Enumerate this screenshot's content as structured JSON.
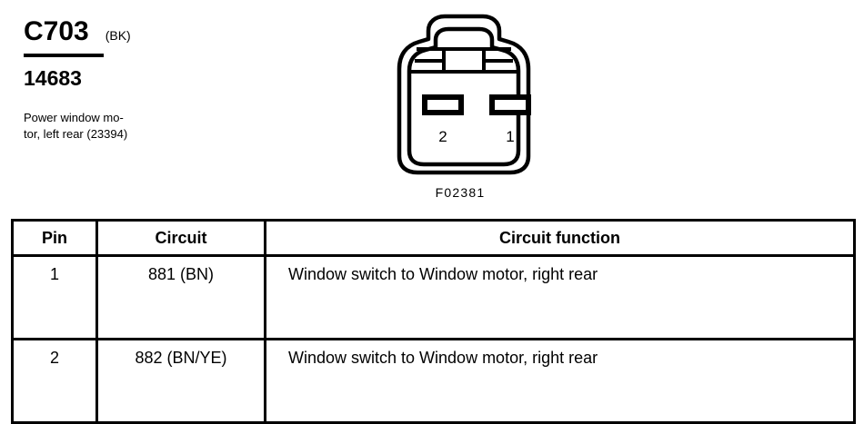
{
  "connector": {
    "id": "C703",
    "color_code": "(BK)",
    "part_number": "14683",
    "description_lines": [
      "Power window mo-",
      "tor, left rear (23394)"
    ],
    "figure_code": "F02381",
    "cavities": [
      {
        "label": "2"
      },
      {
        "label": "1"
      }
    ]
  },
  "table": {
    "headers": {
      "pin": "Pin",
      "circuit": "Circuit",
      "function": "Circuit function"
    },
    "rows": [
      {
        "pin": "1",
        "circuit": "881 (BN)",
        "function": "Window switch to Window motor, right rear"
      },
      {
        "pin": "2",
        "circuit": "882 (BN/YE)",
        "function": "Window switch to Window motor, right rear"
      }
    ]
  },
  "colors": {
    "ink": "#000000",
    "paper": "#ffffff"
  }
}
